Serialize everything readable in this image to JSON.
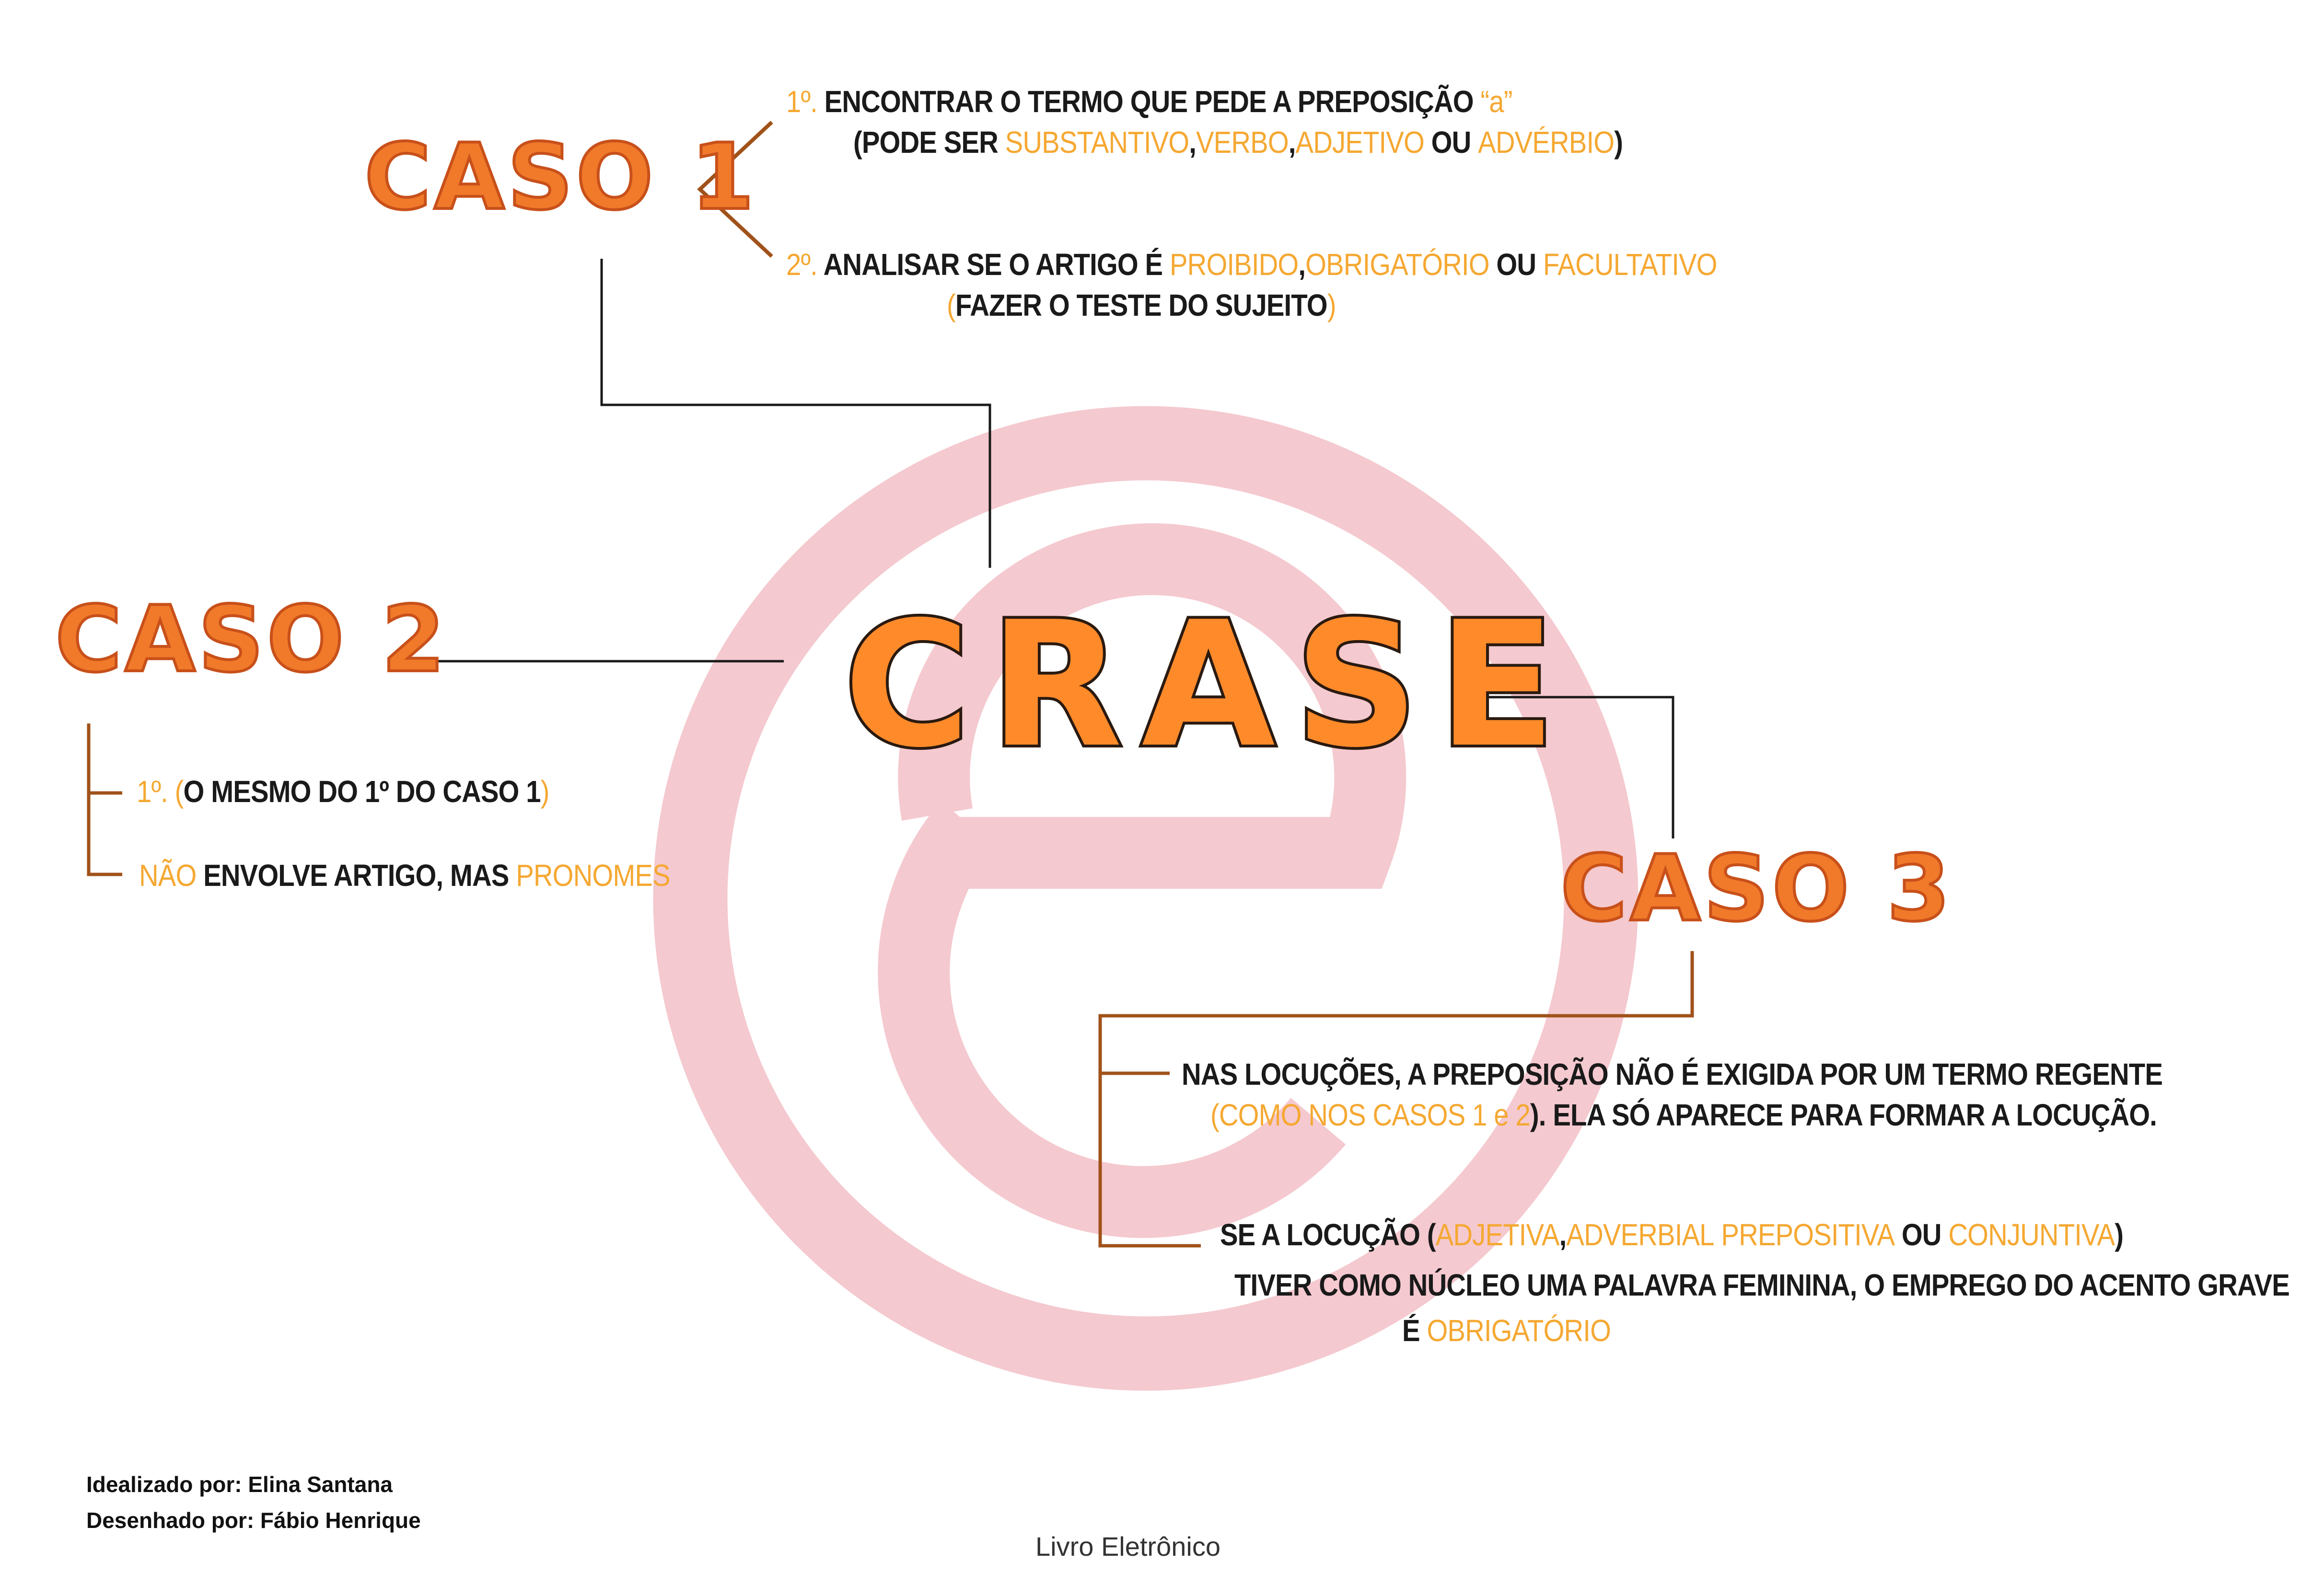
{
  "title": "CRASE",
  "colors": {
    "heading": "#f07a2a",
    "highlight": "#f5a832",
    "text": "#1a1a1a",
    "connector_dark": "#1a1a1a",
    "connector_brown": "#a0521a",
    "watermark": "#f4c9cf"
  },
  "watermark_icon": "circled-e-logo",
  "caso1": {
    "heading": "CASO 1",
    "item1": {
      "num": "1º.",
      "l1_text": "ENCONTRAR O TERMO QUE PEDE A PREPOSIÇÃO",
      "l1_hl": "“a”",
      "l2_open": "(PODE SER",
      "l2_hl1": "SUBSTANTIVO",
      "l2_sep1": ",",
      "l2_hl2": "VERBO",
      "l2_sep2": ",",
      "l2_hl3": "ADJETIVO",
      "l2_ou": "OU",
      "l2_hl4": "ADVÉRBIO",
      "l2_close": ")"
    },
    "item2": {
      "num": "2º.",
      "l1_text": "ANALISAR SE O ARTIGO É",
      "l1_hl1": "PROIBIDO",
      "l1_sep": ",",
      "l1_hl2": "OBRIGATÓRIO",
      "l1_ou": "OU",
      "l1_hl3": "FACULTATIVO",
      "l2_open": "(",
      "l2_text": "FAZER O TESTE DO SUJEITO",
      "l2_close": ")"
    }
  },
  "caso2": {
    "heading": "CASO 2",
    "item1": {
      "num": "1º.",
      "open": "(",
      "text": "O MESMO DO 1º DO CASO 1",
      "close": ")"
    },
    "item2": {
      "hl1": "NÃO",
      "text": "ENVOLVE ARTIGO, MAS",
      "hl2": "PRONOMES"
    }
  },
  "caso3": {
    "heading": "CASO 3",
    "item1": {
      "l1_text": "NAS LOCUÇÕES, A PREPOSIÇÃO NÃO É EXIGIDA POR UM TERMO REGENTE",
      "l2_open": "(",
      "l2_hl": "COMO NOS CASOS 1 e 2",
      "l2_text": "). ELA SÓ APARECE PARA FORMAR A LOCUÇÃO."
    },
    "item2": {
      "l1_text": "SE A LOCUÇÃO (",
      "l1_hl1": "ADJETIVA",
      "l1_sep1": ",",
      "l1_hl2": "ADVERBIAL",
      "l1_hl3": "PREPOSITIVA",
      "l1_ou": "OU",
      "l1_hl4": "CONJUNTIVA",
      "l1_close": ")",
      "l2_text": "TIVER COMO NÚCLEO UMA PALAVRA FEMININA, O EMPREGO DO ACENTO GRAVE",
      "l3_text": "É",
      "l3_hl": "OBRIGATÓRIO"
    }
  },
  "credits": {
    "line1": "Idealizado por: Elina Santana",
    "line2": "Desenhado por: Fábio Henrique"
  },
  "footer": "Livro Eletrônico"
}
